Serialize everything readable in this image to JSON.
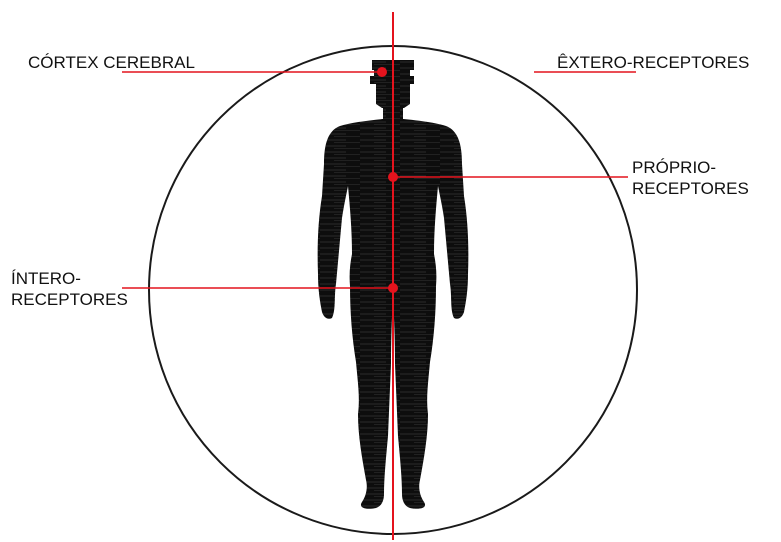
{
  "colors": {
    "background": "#ffffff",
    "circle": "#1a1a1a",
    "silhouette": "#0d0d0d",
    "accent": "#e4131d"
  },
  "labels": {
    "cortex": "CÓRTEX CEREBRAL",
    "extero": "ÊXTERO-RECEPTORES",
    "proprio_line1": "PRÓPRIO-",
    "proprio_line2": "RECEPTORES",
    "intero_line1": "ÍNTERO-",
    "intero_line2": "RECEPTORES"
  }
}
